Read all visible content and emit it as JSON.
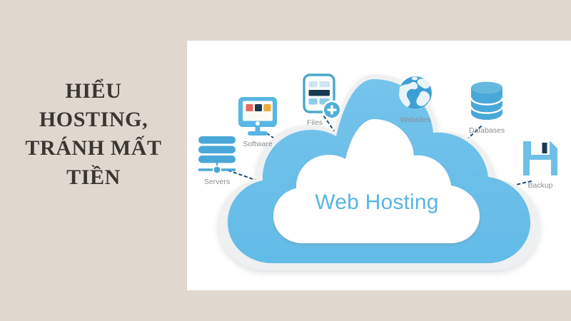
{
  "page": {
    "background_color": "#e0d8cf",
    "panel_background_color": "#ffffff"
  },
  "headline": {
    "text": "HIỂU\nHOSTING,\nTRÁNH MẤT\nTIỀN",
    "color": "#3a3632"
  },
  "illustration": {
    "center": {
      "label": "Web Hosting",
      "label_color": "#57b6e4",
      "cloud_color": "#69bfe9",
      "cloud_border_color": "#eceeef",
      "inner_cloud_color": "#ffffff"
    },
    "connector_color": "#17456b",
    "label_color": "#8a8d90",
    "nodes": [
      {
        "id": "servers",
        "label": "Servers",
        "icon": "servers-stack-icon",
        "color": "#4aa8d8"
      },
      {
        "id": "software",
        "label": "Software",
        "icon": "monitor-icon",
        "color": "#57b6e4",
        "screen_swatches": [
          "#e8685e",
          "#1b3a52",
          "#f0a93c"
        ]
      },
      {
        "id": "files",
        "label": "Files",
        "icon": "document-plus-icon",
        "color": "#4aa8c8",
        "row_colors": [
          "#cfe4f2",
          "#1b3a52",
          "#8fcdeb"
        ]
      },
      {
        "id": "websites",
        "label": "Websites",
        "icon": "globe-icon",
        "color": "#3d9fd6"
      },
      {
        "id": "databases",
        "label": "Databases",
        "icon": "database-cylinder-icon",
        "color": "#4aa8d8"
      },
      {
        "id": "backup",
        "label": "Backup",
        "icon": "floppy-disk-icon",
        "color": "#6ec0e8"
      }
    ]
  }
}
